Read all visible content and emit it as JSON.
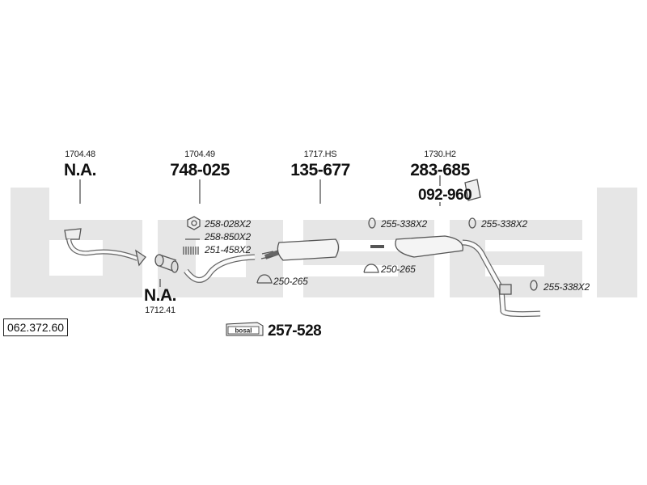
{
  "diagram_id": "062.372.60",
  "watermark": "bosal",
  "parts": [
    {
      "ref": "1704.48",
      "number": "N.A."
    },
    {
      "ref": "1704.49",
      "number": "748-025"
    },
    {
      "ref": "1717.HS",
      "number": "135-677"
    },
    {
      "ref": "1730.H2",
      "number": "283-685"
    },
    {
      "ref": "1712.41",
      "number": "N.A."
    }
  ],
  "bracket": "092-960",
  "mounting_kit": {
    "logo": "bosal",
    "number": "257-528"
  },
  "accessories": [
    "258-028X2",
    "258-850X2",
    "251-458X2",
    "250-265",
    "255-338X2",
    "250-265",
    "255-338X2",
    "255-338X2"
  ],
  "colors": {
    "watermark": "#e4e4e4",
    "line": "#555555"
  }
}
